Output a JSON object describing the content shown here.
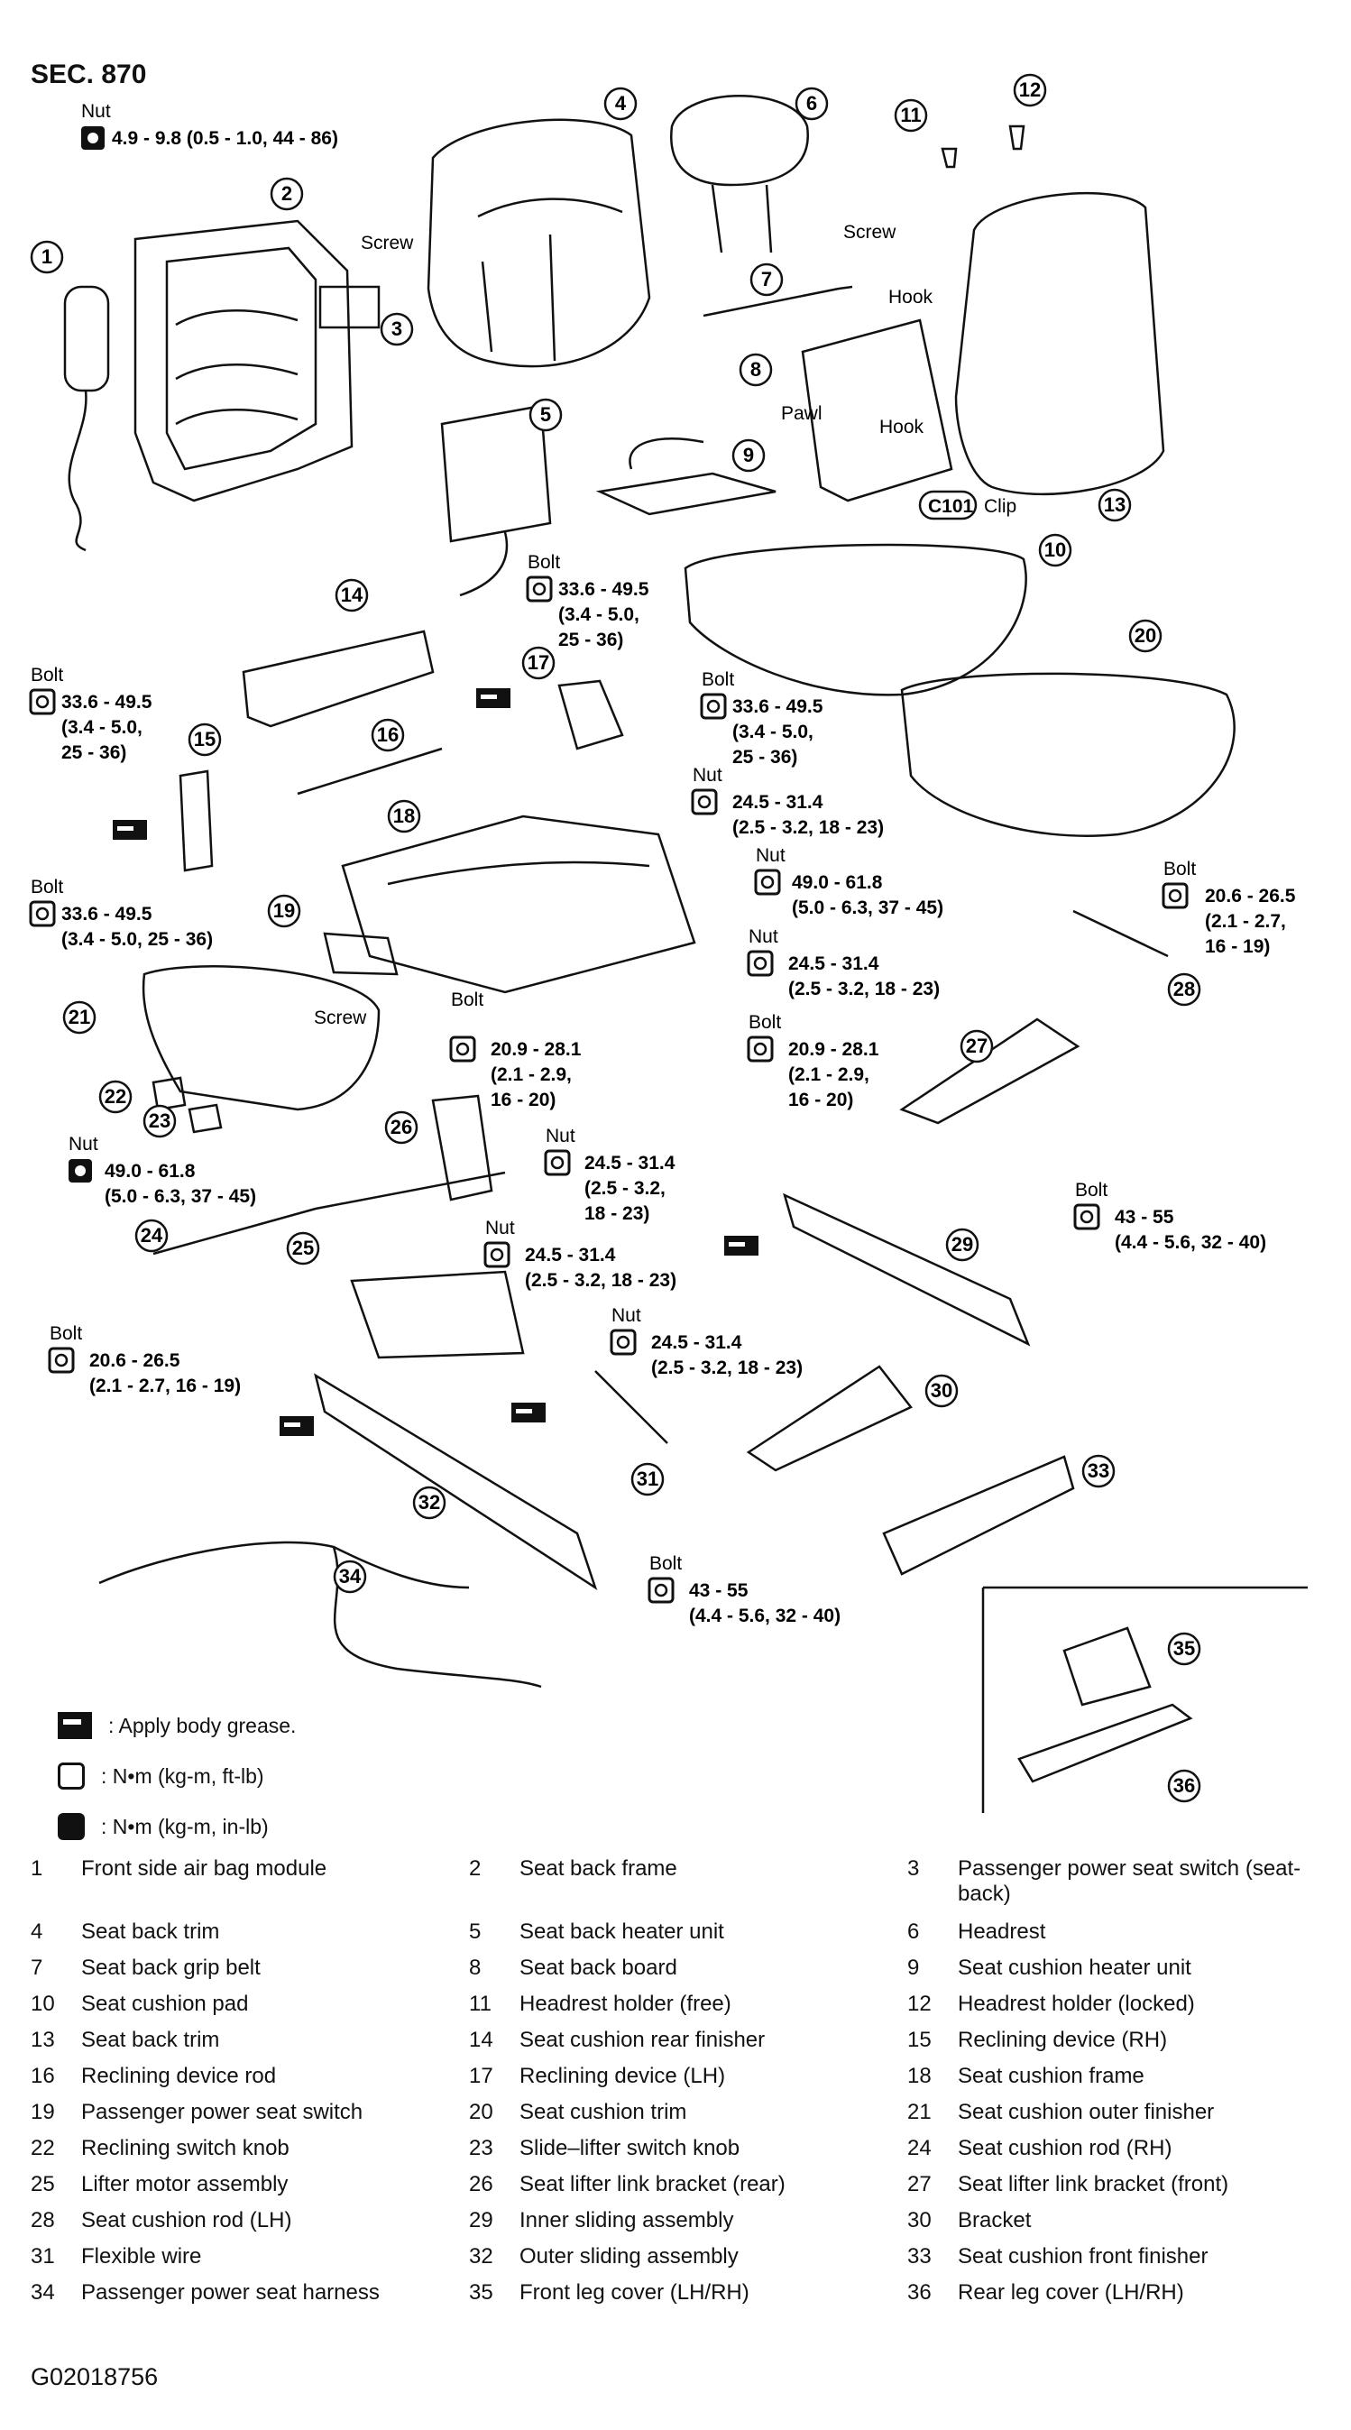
{
  "section": "SEC. 870",
  "figure_code": "G02018756",
  "legend": {
    "grease": ": Apply body grease.",
    "torque_nm_ft": ": N•m (kg-m, ft-lb)",
    "torque_nm_in": ": N•m (kg-m, in-lb)"
  },
  "fasteners": {
    "nut_top": {
      "type": "Nut",
      "spec": "4.9 - 9.8 (0.5 - 1.0, 44 - 86)"
    },
    "screw_2": "Screw",
    "screw_7": "Screw",
    "hook1": "Hook",
    "hook2": "Hook",
    "pawl": "Pawl",
    "clip_code": "C101",
    "clip": "Clip",
    "bolt_17a": {
      "type": "Bolt",
      "l1": "33.6 - 49.5",
      "l2": "(3.4 - 5.0,",
      "l3": "25 - 36)"
    },
    "bolt_15a": {
      "type": "Bolt",
      "l1": "33.6 - 49.5",
      "l2": "(3.4 - 5.0,",
      "l3": "25 - 36)"
    },
    "bolt_17b": {
      "type": "Bolt",
      "l1": "33.6 - 49.5",
      "l2": "(3.4 - 5.0,",
      "l3": "25 - 36)"
    },
    "bolt_15b": {
      "type": "Bolt",
      "l1": "33.6 - 49.5",
      "l2": "(3.4 - 5.0, 25 - 36)"
    },
    "nut_18": {
      "type": "Nut",
      "l1": "24.5 - 31.4",
      "l2": "(2.5 - 3.2, 18 - 23)"
    },
    "nut_26a": {
      "type": "Nut",
      "l1": "49.0 - 61.8",
      "l2": "(5.0 - 6.3, 37 - 45)"
    },
    "nut_26b": {
      "type": "Nut",
      "l1": "24.5 - 31.4",
      "l2": "(2.5 - 3.2, 18 - 23)"
    },
    "bolt_28": {
      "type": "Bolt",
      "l1": "20.6 - 26.5",
      "l2": "(2.1 - 2.7,",
      "l3": "16 - 19)"
    },
    "bolt_27": {
      "type": "Bolt",
      "l1": "20.9 - 28.1",
      "l2": "(2.1 - 2.9,",
      "l3": "16 - 20)"
    },
    "bolt_26": {
      "type": "Bolt",
      "l1": "20.9 - 28.1",
      "l2": "(2.1 - 2.9,",
      "l3": "16 - 20)"
    },
    "screw_19": "Screw",
    "nut_24": {
      "type": "Nut",
      "l1": "49.0 - 61.8",
      "l2": "(5.0 - 6.3, 37 - 45)"
    },
    "nut_26c": {
      "type": "Nut",
      "l1": "24.5 - 31.4",
      "l2": "(2.5 - 3.2,",
      "l3": "18 - 23)"
    },
    "bolt_29": {
      "type": "Bolt",
      "l1": "43 - 55",
      "l2": "(4.4 - 5.6, 32 - 40)"
    },
    "nut_25": {
      "type": "Nut",
      "l1": "24.5 - 31.4",
      "l2": "(2.5 - 3.2, 18 - 23)"
    },
    "bolt_24": {
      "type": "Bolt",
      "l1": "20.6 - 26.5",
      "l2": "(2.1 - 2.7, 16 - 19)"
    },
    "nut_30": {
      "type": "Nut",
      "l1": "24.5 - 31.4",
      "l2": "(2.5 - 3.2, 18 - 23)"
    },
    "bolt_32": {
      "type": "Bolt",
      "l1": "43 - 55",
      "l2": "(4.4 - 5.6, 32 - 40)"
    }
  },
  "parts": [
    {
      "num": "1",
      "name": "Front side air bag module"
    },
    {
      "num": "2",
      "name": "Seat back frame"
    },
    {
      "num": "3",
      "name": "Passenger power seat switch (seat-back)"
    },
    {
      "num": "4",
      "name": "Seat back trim"
    },
    {
      "num": "5",
      "name": "Seat back heater unit"
    },
    {
      "num": "6",
      "name": "Headrest"
    },
    {
      "num": "7",
      "name": "Seat back grip belt"
    },
    {
      "num": "8",
      "name": "Seat back board"
    },
    {
      "num": "9",
      "name": "Seat cushion heater unit"
    },
    {
      "num": "10",
      "name": "Seat cushion pad"
    },
    {
      "num": "11",
      "name": "Headrest holder (free)"
    },
    {
      "num": "12",
      "name": "Headrest holder (locked)"
    },
    {
      "num": "13",
      "name": "Seat back trim"
    },
    {
      "num": "14",
      "name": "Seat cushion rear finisher"
    },
    {
      "num": "15",
      "name": "Reclining device (RH)"
    },
    {
      "num": "16",
      "name": "Reclining device rod"
    },
    {
      "num": "17",
      "name": "Reclining device (LH)"
    },
    {
      "num": "18",
      "name": "Seat cushion frame"
    },
    {
      "num": "19",
      "name": "Passenger power seat switch"
    },
    {
      "num": "20",
      "name": "Seat cushion trim"
    },
    {
      "num": "21",
      "name": "Seat cushion outer finisher"
    },
    {
      "num": "22",
      "name": "Reclining switch knob"
    },
    {
      "num": "23",
      "name": "Slide–lifter switch knob"
    },
    {
      "num": "24",
      "name": "Seat cushion rod (RH)"
    },
    {
      "num": "25",
      "name": "Lifter motor assembly"
    },
    {
      "num": "26",
      "name": "Seat lifter link bracket (rear)"
    },
    {
      "num": "27",
      "name": "Seat lifter link bracket (front)"
    },
    {
      "num": "28",
      "name": "Seat cushion rod (LH)"
    },
    {
      "num": "29",
      "name": "Inner sliding assembly"
    },
    {
      "num": "30",
      "name": "Bracket"
    },
    {
      "num": "31",
      "name": "Flexible wire"
    },
    {
      "num": "32",
      "name": "Outer sliding assembly"
    },
    {
      "num": "33",
      "name": "Seat cushion front finisher"
    },
    {
      "num": "34",
      "name": "Passenger power seat harness"
    },
    {
      "num": "35",
      "name": "Front leg cover (LH/RH)"
    },
    {
      "num": "36",
      "name": "Rear leg cover (LH/RH)"
    }
  ]
}
